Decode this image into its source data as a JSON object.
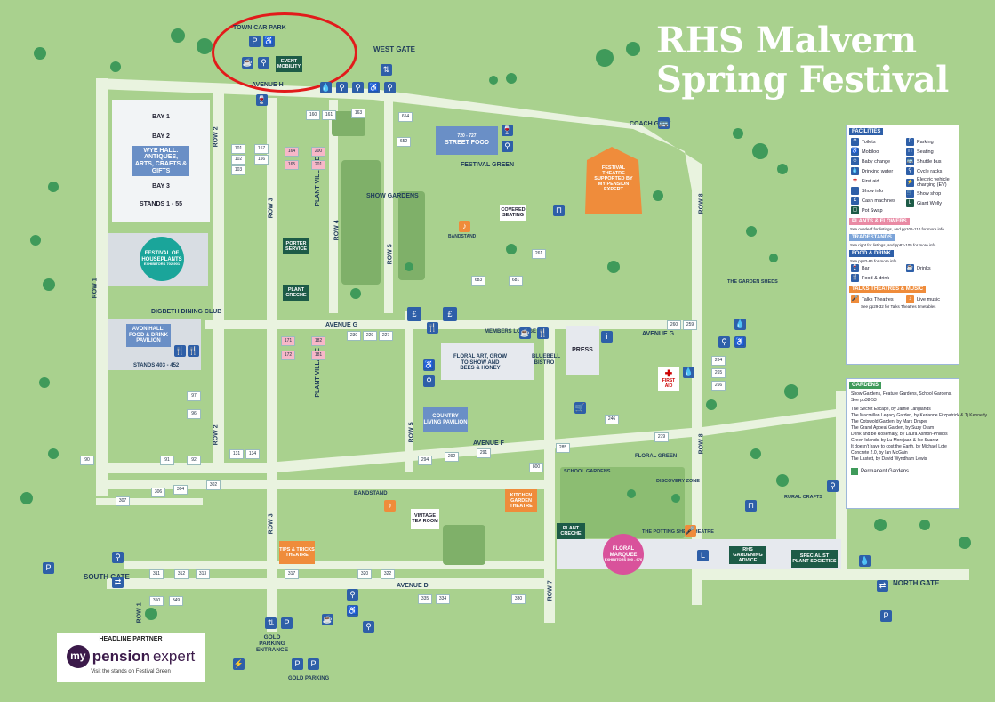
{
  "title": {
    "line1": "RHS Malvern",
    "line2": "Spring Festival"
  },
  "colors": {
    "grass": "#a9d18e",
    "path": "#e9f3df",
    "pavilion": "#6a8fc6",
    "dark_green": "#1d5b47",
    "orange": "#ef8c3b",
    "pink": "#d9529b",
    "highlight_oval": "#e21b1b"
  },
  "buildings": {
    "wye_hall": {
      "bays": [
        "BAY 1",
        "BAY 2",
        "BAY 3"
      ],
      "name": "WYE HALL: ANTIQUES, ARTS, CRAFTS & GIFTS",
      "stands": "STANDS 1 - 55"
    },
    "houseplants": {
      "name": "FESTIVAL OF HOUSEPLANTS",
      "sub": "EXHIBITORS 702-901"
    },
    "digbeth": "DIGBETH DINING CLUB",
    "avon_hall": {
      "name": "AVON HALL: FOOD & DRINK PAVILION",
      "stands": "STANDS 403 - 452"
    },
    "street_food": {
      "range": "720 - 727",
      "name": "STREET FOOD"
    },
    "festival_green": "FESTIVAL GREEN",
    "festival_theatre": "FESTIVAL THEATRE SUPPORTED BY MY PENSION EXPERT",
    "covered_seating": "COVERED SEATING",
    "bandstand_top": "BANDSTAND",
    "porter": "PORTER SERVICE",
    "plant_creche_top": "PLANT CRECHE",
    "members": "MEMBERS LOUNGE",
    "floral_art": "FLORAL ART, GROW TO SHOW AND BEES & HONEY",
    "bluebell": "BLUEBELL BISTRO",
    "press": "PRESS",
    "country_living": "COUNTRY LIVING PAVILION",
    "garden_sheds": "THE GARDEN SHEDS",
    "first_aid": "FIRST AID",
    "school_gardens": "SCHOOL GARDENS",
    "floral_green": "FLORAL GREEN",
    "discovery": "DISCOVERY ZONE",
    "rural_crafts": "RURAL CRAFTS",
    "bandstand": "BANDSTAND",
    "kitchen_garden": "KITCHEN GARDEN THEATRE",
    "vintage_tea": "VINTAGE TEA ROOM",
    "tips_tricks": "TIPS & TRICKS THEATRE",
    "plant_creche": "PLANT CRECHE",
    "potting_shed": "THE POTTING SHED THEATRE",
    "floral_marquee": {
      "name": "FLORAL MARQUEE",
      "sub": "EXHIBITORS 500 - 676"
    },
    "rhs_advice": "RHS GARDENING ADVICE",
    "specialist": "SPECIALIST PLANT SOCIETIES",
    "show_gardens": "SHOW GARDENS",
    "plant_village": "PLANT VILLAGE",
    "event_mobility": "EVENT MOBILITY",
    "town_car_park": "TOWN CAR PARK",
    "gold_parking": "GOLD PARKING",
    "gold_entrance": "GOLD PARKING ENTRANCE",
    "coach_gate": "COACH GATE"
  },
  "gates": {
    "west": "WEST GATE",
    "south": "SOUTH GATE",
    "north": "NORTH GATE"
  },
  "roads": {
    "avenue_h": "AVENUE H",
    "avenue_g": "AVENUE G",
    "avenue_f": "AVENUE F",
    "avenue_d": "AVENUE D",
    "row1": "ROW 1",
    "row2": "ROW 2",
    "row3": "ROW 3",
    "row4": "ROW 4",
    "row5": "ROW 5",
    "row7": "ROW 7",
    "row8": "ROW 8"
  },
  "legend": {
    "facilities": "FACILITIES",
    "left": [
      "Toilets",
      "Mobiloo",
      "Baby change",
      "Drinking water",
      "First aid",
      "Show info",
      "Cash machines",
      "Pot Swap"
    ],
    "right": [
      "Parking",
      "Seating",
      "Shuttle bus",
      "Cycle racks",
      "Electric vehicle charging (EV)",
      "Show shop",
      "Giant Welly"
    ],
    "plants": "PLANTS & FLOWERS",
    "plants_note": "See overleaf for listings, and pp106-110 for more info",
    "tradestands": "TRADESTANDS",
    "trade_note": "See right for listings, and pp82-105 for more info",
    "food": "FOOD & DRINK",
    "food_note": "See pp82-86 for more info",
    "food_items": [
      "Bar",
      "Food & drink",
      "Drinks"
    ],
    "talks": "TALKS THEATRES & MUSIC",
    "talks_items": [
      "Talks Theatres",
      "Live music"
    ],
    "talks_note": "See pp29-32 for Talks Theatres timetables"
  },
  "gardens_legend": {
    "header": "GARDENS",
    "note": "Show Gardens, Feature Gardens, School Gardens. See pp38-53",
    "items": [
      "The Secret Escape, by Jamie Langlands",
      "The Macmillan Legacy Garden, by Kerianne Fitzpatrick & Tj Kennedy",
      "The Cotswold Garden, by Mark Draper",
      "The Grand Appeal Garden, by Suzy Oram",
      "Drink and be Rosemary, by Laura Ashton-Phillips",
      "Green Islands, by Lu Morejaan & Ike Suarez",
      "It doesn't have to cost the Earth, by Michael Lote",
      "Concrete 2.0, by Ian McGain",
      "The Lastett, by David Wyndham Lewis"
    ],
    "permanent": "Permanent Gardens"
  },
  "partner": {
    "label": "HEADLINE PARTNER",
    "brand_my": "my",
    "brand_pension": "pension",
    "brand_expert": "expert",
    "sub": "Visit the stands on Festival Green"
  }
}
